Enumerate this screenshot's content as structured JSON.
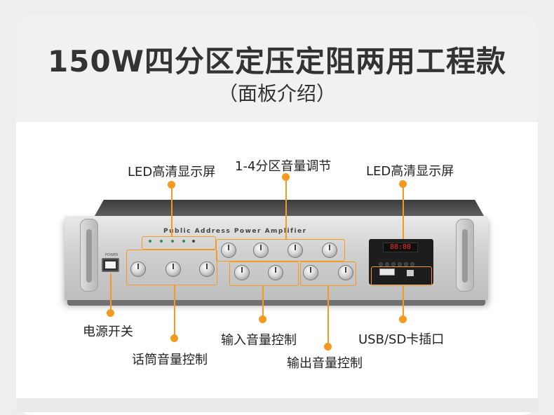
{
  "header": {
    "title": "150W四分区定压定阻两用工程款",
    "subtitle": "（面板介绍）"
  },
  "labels": {
    "led_display_left": "LED高清显示屏",
    "zone_volume": "1-4分区音量调节",
    "led_display_right": "LED高清显示屏",
    "power_switch": "电源开关",
    "mic_volume": "话筒音量控制",
    "input_volume": "输入音量控制",
    "output_volume": "输出音量控制",
    "usb_sd_slot": "USB/SD卡插口"
  },
  "device": {
    "brand_text": "Public Address Power Amplifier",
    "power_label": "POWER",
    "display_value": "88:88"
  },
  "colors": {
    "accent": "#f39a1f",
    "title": "#333333",
    "header_bg": "#f1f1f1"
  }
}
